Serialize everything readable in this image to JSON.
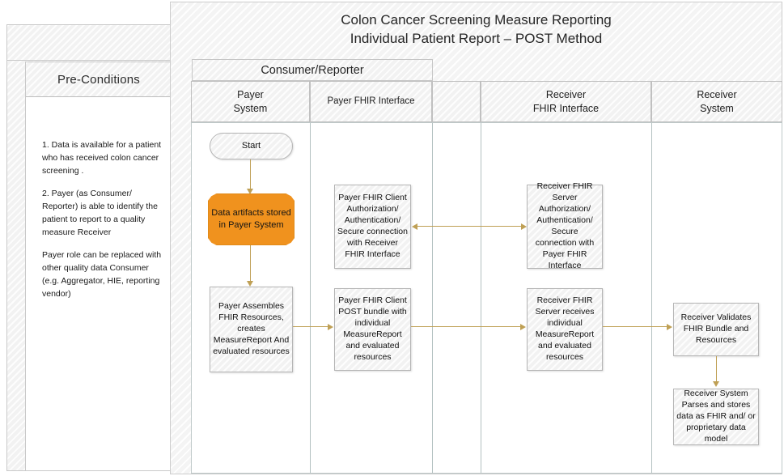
{
  "left_panel": {
    "header": "Pre-Conditions",
    "paragraphs": [
      "1. Data is available for a patient who has received colon cancer screening .",
      "2. Payer (as Consumer/ Reporter) is able to identify the patient to report to a quality measure Receiver",
      "Payer role can be replaced with other quality data Consumer (e.g. Aggregator, HIE, reporting vendor)"
    ]
  },
  "diagram": {
    "title_line1": "Colon Cancer Screening Measure Reporting",
    "title_line2": "Individual Patient Report – POST Method",
    "group_header": "Consumer/Reporter",
    "lanes": [
      {
        "id": "payer-system",
        "label_line1": "Payer",
        "label_line2": "System"
      },
      {
        "id": "payer-fhir-interface",
        "label_line1": "Payer  FHIR Interface",
        "label_line2": ""
      },
      {
        "id": "spacer-lane",
        "label_line1": "",
        "label_line2": ""
      },
      {
        "id": "receiver-fhir-interface",
        "label_line1": "Receiver",
        "label_line2": "FHIR Interface"
      },
      {
        "id": "receiver-system",
        "label_line1": "Receiver",
        "label_line2": "System"
      }
    ],
    "nodes": {
      "start": "Start",
      "data_artifacts": "Data artifacts stored in Payer System",
      "payer_assembles": "Payer Assembles FHIR Resources, creates MeasureReport And evaluated resources",
      "payer_auth": "Payer FHIR Client Authorization/ Authentication/ Secure connection with Receiver FHIR Interface",
      "payer_post": "Payer FHIR Client POST bundle with individual MeasureReport and evaluated resources",
      "receiver_auth": "Receiver FHIR Server Authorization/ Authentication/ Secure connection with Payer FHIR Interface",
      "receiver_receives": "Receiver FHIR Server receives individual MeasureReport and evaluated resources",
      "receiver_validates": "Receiver Validates FHIR Bundle and Resources",
      "receiver_parses": "Receiver System Parses and stores data as FHIR and/ or proprietary data model"
    },
    "colors": {
      "data_shape_fill": "#f0921e",
      "connector": "#bfa055",
      "lane_header_fill": "#f2f2f2",
      "lane_separator": "#b3c0c0"
    }
  }
}
